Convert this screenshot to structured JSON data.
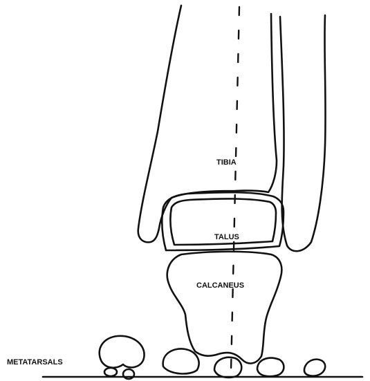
{
  "labels": {
    "tibia": "TIBIA",
    "talus": "TALUS",
    "calcaneus": "CALCANEUS",
    "metatarsals": "METATARSALS"
  },
  "colors": {
    "line": "#111111",
    "background": "#ffffff"
  }
}
